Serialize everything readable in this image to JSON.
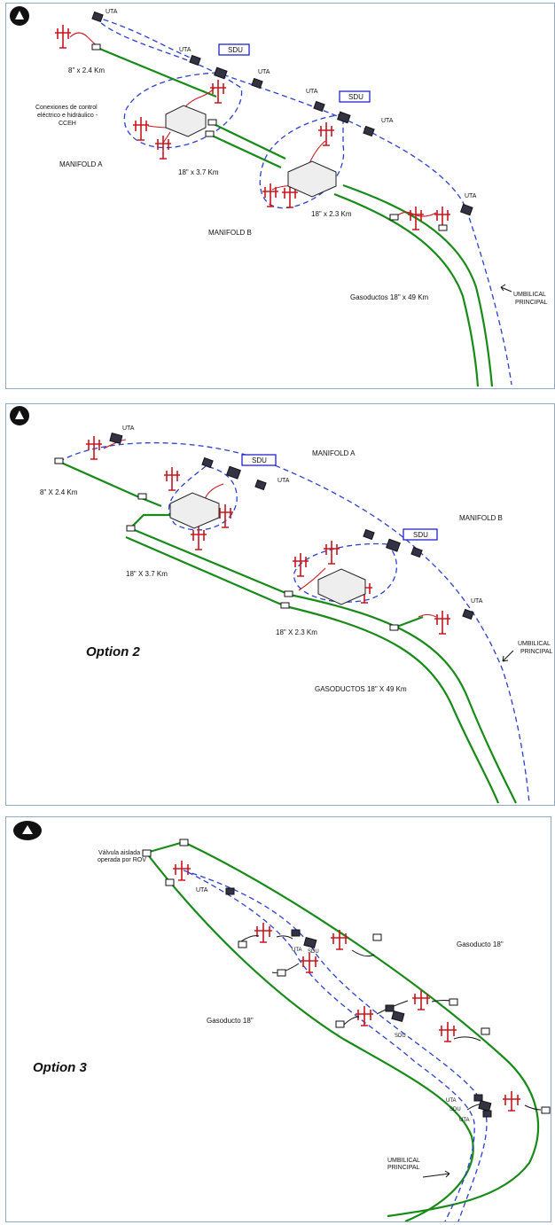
{
  "panel1": {
    "labels": {
      "uta_1": "UTA",
      "uta_2": "UTA",
      "uta_3": "UTA",
      "uta_4": "UTA",
      "uta_5": "UTA",
      "uta_6": "UTA",
      "sdu_1": "SDU",
      "sdu_2": "SDU",
      "pipe_8_24": "8\" x 2.4 Km",
      "cceh_1": "Conexiones de control",
      "cceh_2": "eléctrico e hidráulico -",
      "cceh_3": "CCEH",
      "manifold_a": "MANIFOLD A",
      "manifold_b": "MANIFOLD B",
      "pipe_18_37": "18\" x 3.7 Km",
      "pipe_18_23": "18\" x 2.3 Km",
      "gasoductos": "Gasoductos 18\" x 49 Km",
      "umbilical_1": "UMBILICAL",
      "umbilical_2": "PRINCIPAL"
    }
  },
  "panel2": {
    "labels": {
      "uta_1": "UTA",
      "uta_2": "UTA",
      "uta_3": "UTA",
      "sdu_1": "SDU",
      "sdu_2": "SDU",
      "manifold_a": "MANIFOLD A",
      "manifold_b": "MANIFOLD B",
      "pipe_8_24": "8\" X 2.4 Km",
      "pipe_18_37": "18\" X 3.7 Km",
      "pipe_18_23": "18\" X 2.3 Km",
      "option": "Option 2",
      "gasoductos": "GASODUCTOS 18\" X 49 Km",
      "umbilical_1": "UMBILICAL",
      "umbilical_2": "PRINCIPAL"
    }
  },
  "panel3": {
    "labels": {
      "valve_1": "Válvula aislada",
      "valve_2": "operada por ROV",
      "uta_1": "UTA",
      "uta_2": "UTA",
      "sdu_1": "SDU",
      "sdu_2": "SDU",
      "uta_3": "UTA",
      "sdu_3": "SDU",
      "uta_4": "UTA",
      "gasoducto_right": "Gasoducto 18\"",
      "gasoducto_left": "Gasoducto 18\"",
      "option": "Option 3",
      "umbilical_1": "UMBILICAL",
      "umbilical_2": "PRINCIPAL"
    }
  },
  "colors": {
    "pipeline": "#178a17",
    "umbilical": "#2a3fcf",
    "wellhead": "#c8161d",
    "panel_border": "#8fa9c8"
  },
  "icons": [
    "north-arrow-icon",
    "wellhead-icon",
    "uta-icon",
    "sdu-box-icon",
    "manifold-icon"
  ]
}
